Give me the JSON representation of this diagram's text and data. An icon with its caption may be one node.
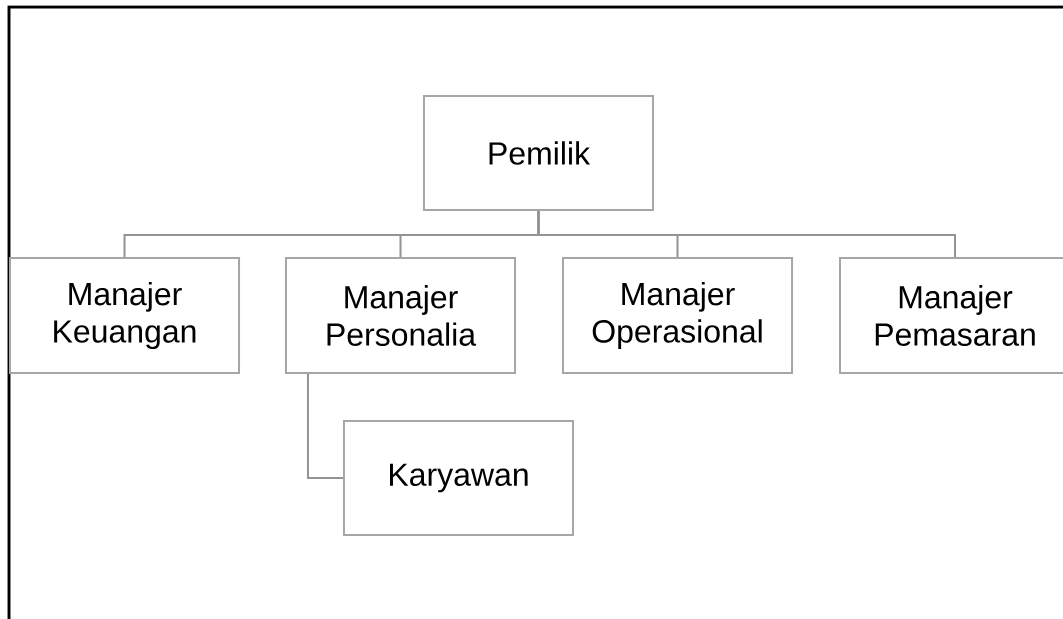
{
  "diagram": {
    "nodes": [
      {
        "text": [
          "Pemilik"
        ]
      },
      {
        "text": [
          "Manajer Keuangan"
        ]
      },
      {
        "text": [
          "Manajer Personalia"
        ]
      },
      {
        "text": [
          "Manajer Operasional"
        ]
      },
      {
        "text": [
          "Manajer Pemasaran"
        ]
      },
      {
        "text": [
          "Karyawan"
        ]
      }
    ],
    "edges": [
      {
        "from": 0,
        "to": 1,
        "arrow": "none"
      },
      {
        "from": 0,
        "to": 2,
        "arrow": "none"
      },
      {
        "from": 0,
        "to": 3,
        "arrow": "none"
      },
      {
        "from": 0,
        "to": 4,
        "arrow": "none"
      },
      {
        "from": 2,
        "to": 5,
        "arrow": "none"
      }
    ]
  }
}
